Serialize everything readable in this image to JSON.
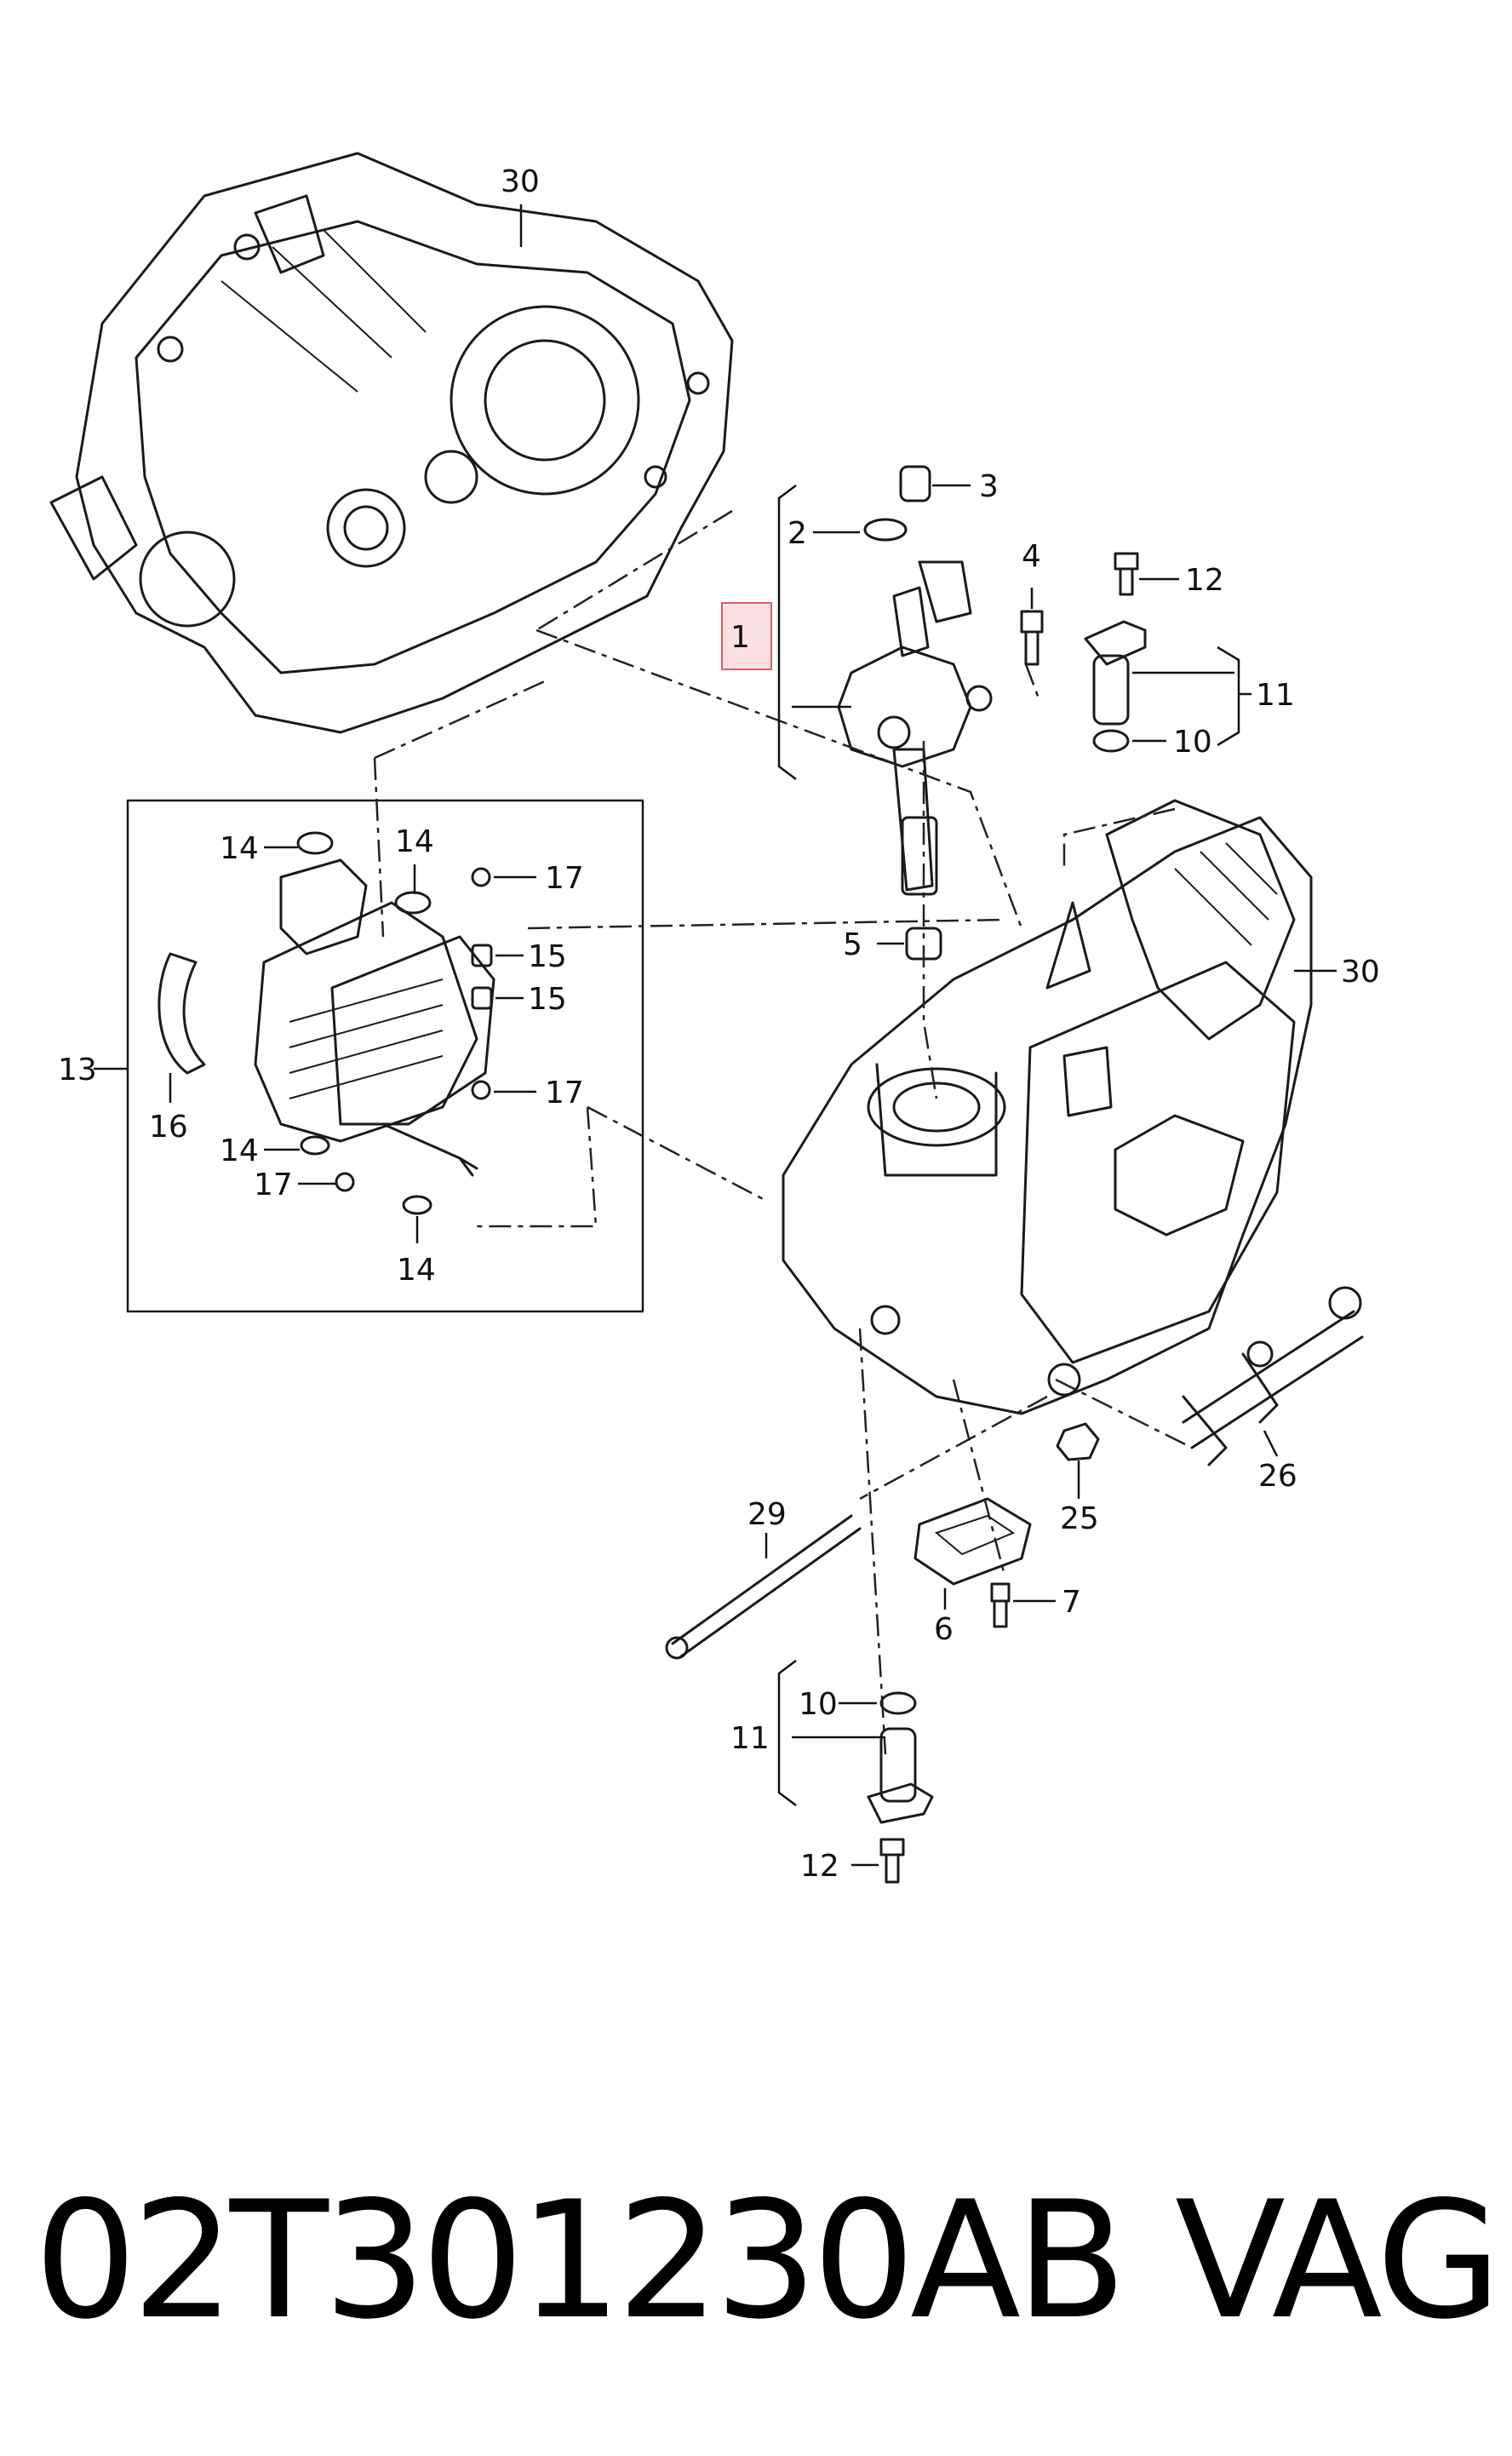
{
  "diagram": {
    "callouts": {
      "c1": "1",
      "c2": "2",
      "c3": "3",
      "c4": "4",
      "c5": "5",
      "c6": "6",
      "c7": "7",
      "c10a": "10",
      "c10b": "10",
      "c11a": "11",
      "c11b": "11",
      "c12a": "12",
      "c12b": "12",
      "c13": "13",
      "c14a": "14",
      "c14b": "14",
      "c14c": "14",
      "c14d": "14",
      "c15a": "15",
      "c15b": "15",
      "c16": "16",
      "c17a": "17",
      "c17b": "17",
      "c17c": "17",
      "c25": "25",
      "c26": "26",
      "c29": "29",
      "c30a": "30",
      "c30b": "30"
    },
    "highlight_color": "#e05a6a"
  },
  "footer": {
    "part_number": "02T301230AB",
    "brand": "VAG"
  }
}
